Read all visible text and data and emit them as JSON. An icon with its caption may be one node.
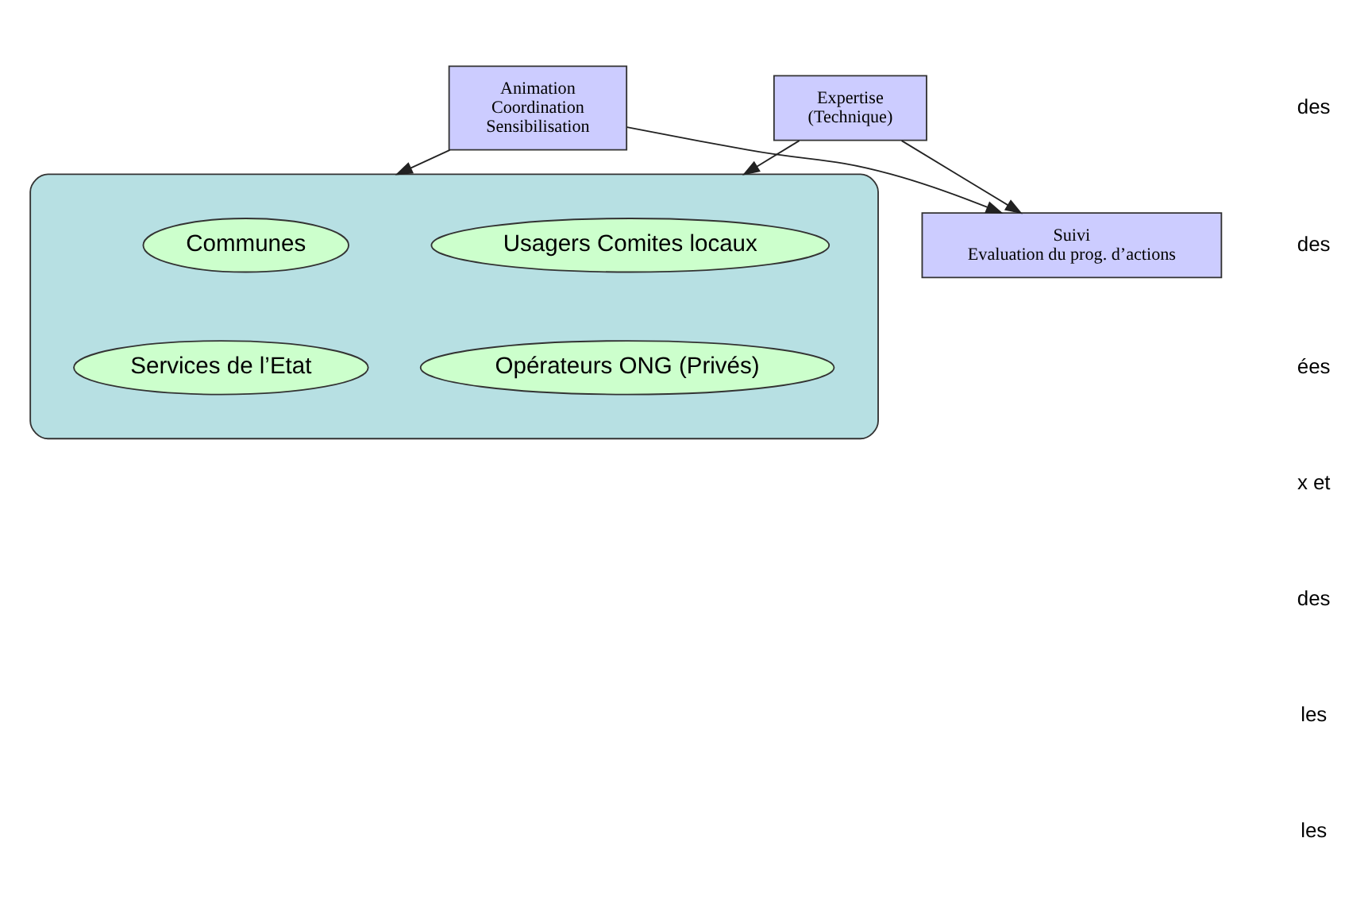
{
  "diagram": {
    "nodes": [
      {
        "text": [
          "Animation",
          "Coordination",
          "Sensibilisation"
        ]
      },
      {
        "text": [
          "Expertise",
          "(Technique)"
        ]
      },
      {
        "text": [],
        "shape": "ellipse"
      },
      {
        "text": [
          "Communes"
        ],
        "in": 2
      },
      {
        "text": [
          "Usagers Comites locaux"
        ],
        "in": 2
      },
      {
        "text": [
          "Services de l’Etat"
        ],
        "in": 2
      },
      {
        "text": [
          "Opérateurs ONG (Privés)"
        ],
        "in": 2
      },
      {
        "text": [
          "Suivi",
          "Evaluation du prog. d’actions"
        ]
      }
    ],
    "edges": [
      {
        "from": 0,
        "to": 2,
        "arrow": "to"
      },
      {
        "from": 1,
        "to": 2,
        "arrow": "to"
      },
      {
        "from": 0,
        "to": 7,
        "arrow": "to"
      },
      {
        "from": 1,
        "to": 7,
        "arrow": "to"
      }
    ],
    "labels": [
      "des",
      "des",
      "ées",
      "x et",
      "des",
      "les",
      "les"
    ]
  }
}
